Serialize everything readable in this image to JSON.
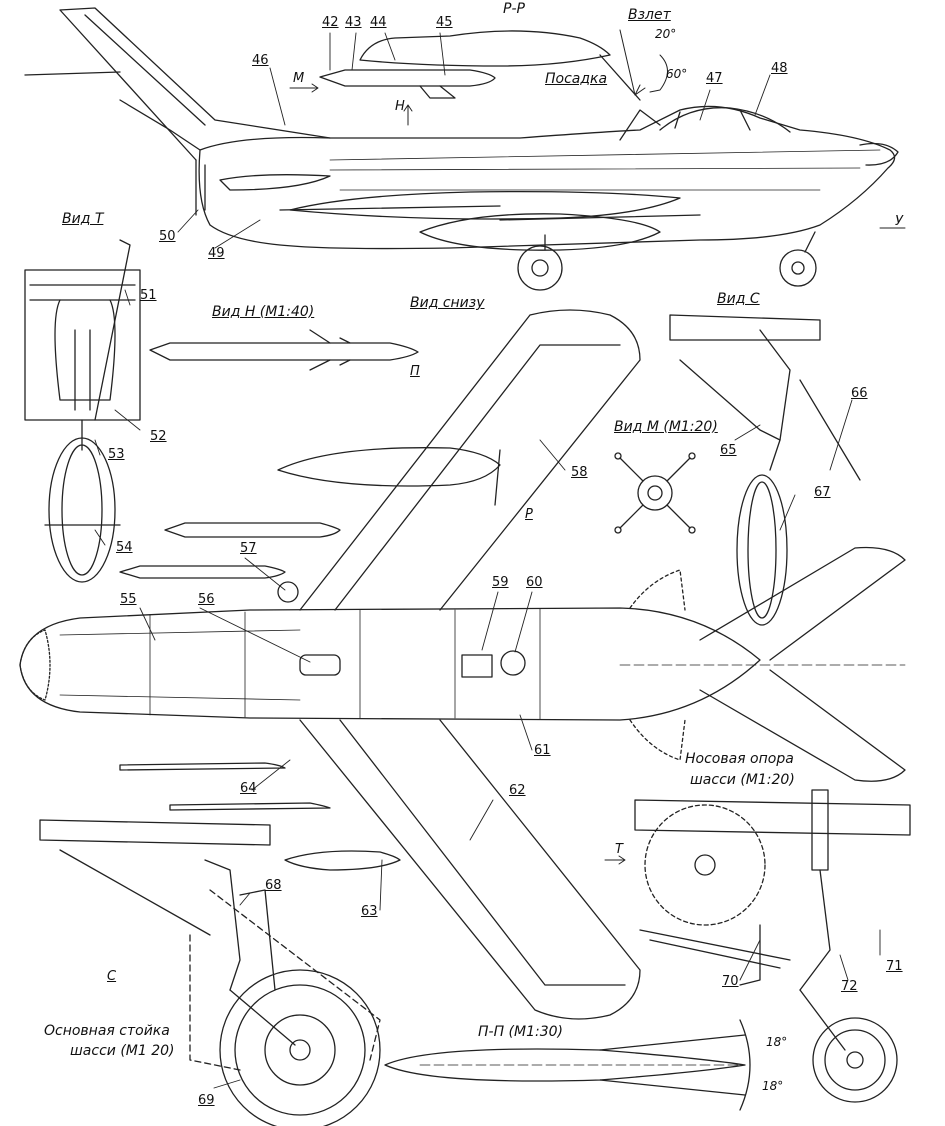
{
  "views": {
    "section_pp_top": "Р-Р",
    "takeoff": "Взлет",
    "landing": "Посадка",
    "view_t": "Вид Т",
    "view_h": "Вид Н (М1:40)",
    "view_bottom": "Вид снизу",
    "view_c": "Вид С",
    "view_m": "Вид М (М1:20)",
    "nose_gear": [
      "Носовая опора",
      "шасси (М1:20)"
    ],
    "main_gear": [
      "Основная стойка",
      "шасси (М1 20)"
    ],
    "section_pp": "П-П (М1:30)"
  },
  "angles": {
    "a20": "20°",
    "a60": "60°",
    "a18_top": "18°",
    "a18_bottom": "18°"
  },
  "markers": {
    "m": "М",
    "h": "Н",
    "u": "У",
    "p": "П",
    "r": "Р",
    "t": "Т",
    "c": "С"
  },
  "callouts": [
    "42",
    "43",
    "44",
    "45",
    "46",
    "47",
    "48",
    "49",
    "50",
    "51",
    "52",
    "53",
    "54",
    "55",
    "56",
    "57",
    "58",
    "59",
    "60",
    "61",
    "62",
    "63",
    "64",
    "65",
    "66",
    "67",
    "68",
    "69",
    "70",
    "71",
    "72"
  ]
}
